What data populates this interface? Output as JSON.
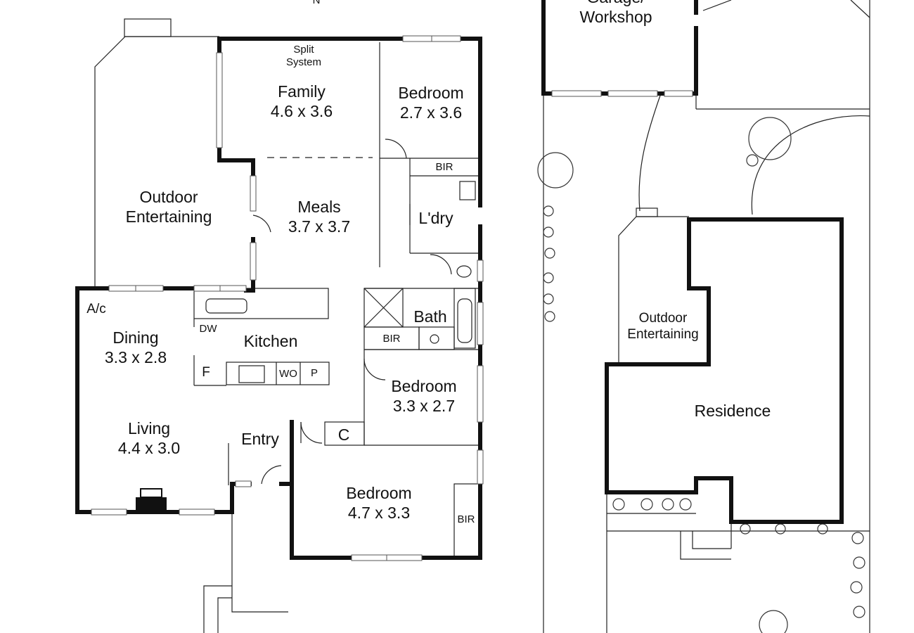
{
  "compass": "N",
  "outbuilding": {
    "line1": "Garage/",
    "line2": "Workshop"
  },
  "rooms": {
    "split_system": {
      "line1": "Split",
      "line2": "System"
    },
    "family": {
      "name": "Family",
      "size": "4.6 x 3.6"
    },
    "bedroom1": {
      "name": "Bedroom",
      "size": "2.7 x 3.6"
    },
    "bir1": "BIR",
    "laundry": "L'dry",
    "outdoor": {
      "line1": "Outdoor",
      "line2": "Entertaining"
    },
    "meals": {
      "name": "Meals",
      "size": "3.7 x 3.7"
    },
    "ac": "A/c",
    "dining": {
      "name": "Dining",
      "size": "3.3 x 2.8"
    },
    "dw": "DW",
    "kitchen": "Kitchen",
    "fridge": "F",
    "wo": "WO",
    "pantry": "P",
    "bath": "Bath",
    "bir2": "BIR",
    "bedroom2": {
      "name": "Bedroom",
      "size": "3.3 x 2.7"
    },
    "living": {
      "name": "Living",
      "size": "4.4 x 3.0"
    },
    "entry": "Entry",
    "cupboard": "C",
    "bedroom3": {
      "name": "Bedroom",
      "size": "4.7 x 3.3"
    },
    "bir3": "BIR"
  },
  "site": {
    "outdoor": {
      "line1": "Outdoor",
      "line2": "Entertaining"
    },
    "residence": "Residence"
  }
}
